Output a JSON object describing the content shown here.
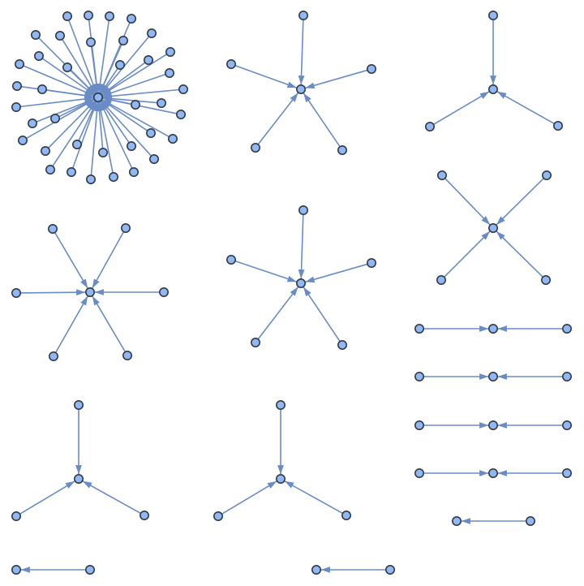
{
  "graph": {
    "directed": true,
    "colors": {
      "edge": "#6a8cc6",
      "vertex_fill": "#8fb8f5",
      "vertex_stroke": "#333a44"
    },
    "components": [
      {
        "id": "star-38",
        "type": "in-star",
        "leaves": 38
      },
      {
        "id": "star-5a",
        "type": "in-star",
        "leaves": 5
      },
      {
        "id": "star-3a",
        "type": "in-star",
        "leaves": 3
      },
      {
        "id": "star-6",
        "type": "in-star",
        "leaves": 6
      },
      {
        "id": "star-5b",
        "type": "in-star",
        "leaves": 5
      },
      {
        "id": "star-4",
        "type": "in-star",
        "leaves": 4
      },
      {
        "id": "path-1",
        "type": "in-star",
        "leaves": 2
      },
      {
        "id": "path-2",
        "type": "in-star",
        "leaves": 2
      },
      {
        "id": "path-3",
        "type": "in-star",
        "leaves": 2
      },
      {
        "id": "path-4",
        "type": "in-star",
        "leaves": 2
      },
      {
        "id": "star-3b",
        "type": "in-star",
        "leaves": 3
      },
      {
        "id": "star-3c",
        "type": "in-star",
        "leaves": 3
      },
      {
        "id": "edge-1",
        "type": "in-star",
        "leaves": 1
      },
      {
        "id": "edge-2",
        "type": "in-star",
        "leaves": 1
      },
      {
        "id": "edge-3",
        "type": "in-star",
        "leaves": 1
      }
    ]
  }
}
